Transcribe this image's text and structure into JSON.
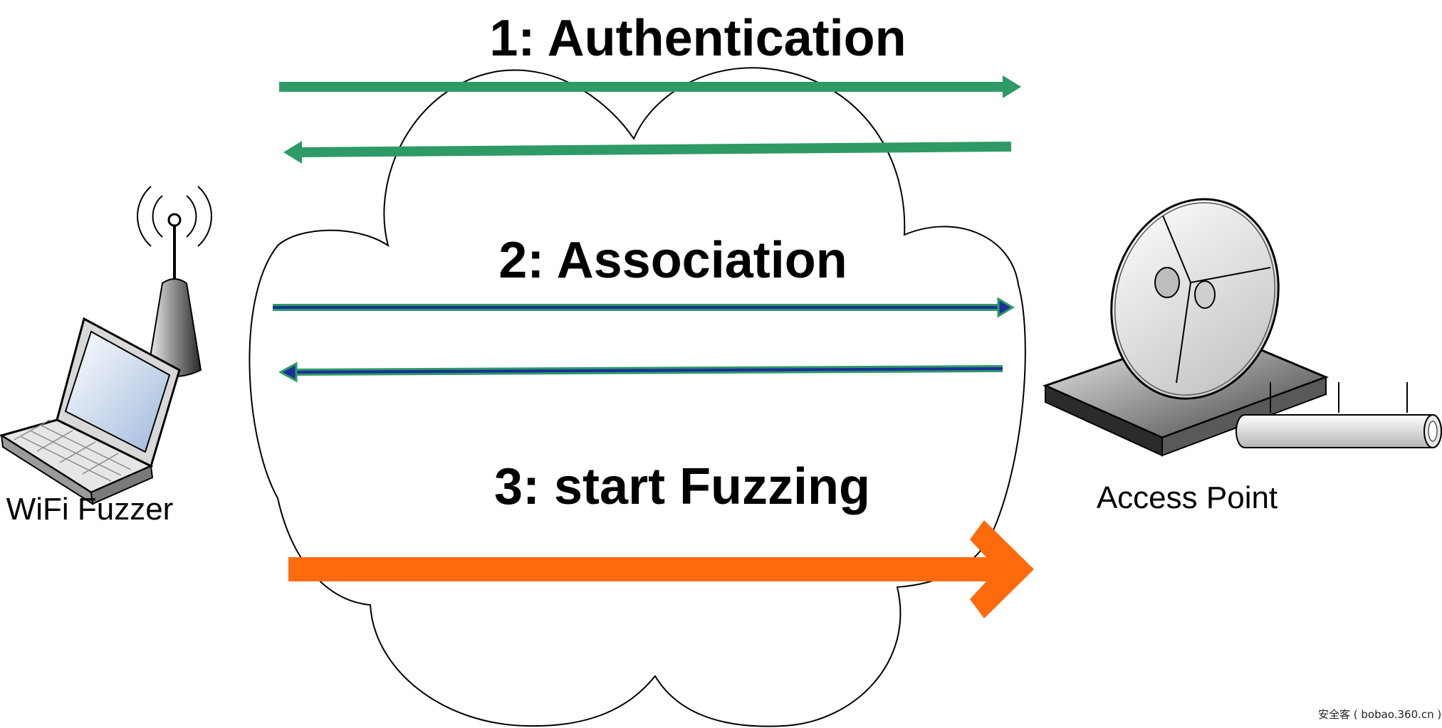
{
  "steps": [
    {
      "label": "1: Authentication",
      "color": "#2e9a66"
    },
    {
      "label": "2: Association",
      "color": "#1c2f9a"
    },
    {
      "label": "3: start Fuzzing",
      "color": "#ff6a0d"
    }
  ],
  "devices": {
    "client": {
      "label": "WiFi Fuzzer"
    },
    "ap": {
      "label": "Access Point"
    }
  },
  "watermark": "安全客 ( bobao.360.cn )"
}
